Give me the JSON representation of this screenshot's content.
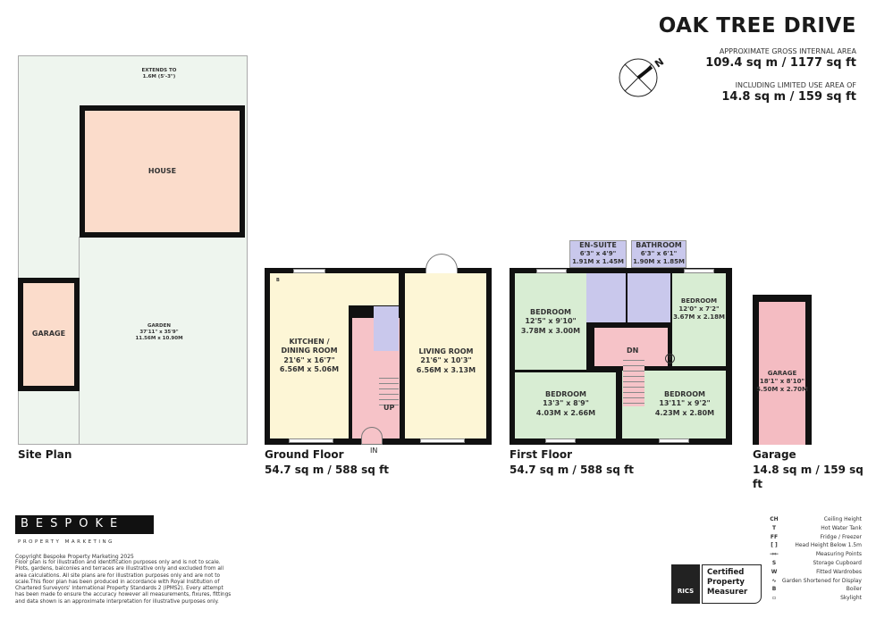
{
  "header": {
    "title": "OAK TREE DRIVE",
    "gia_label": "APPROXIMATE GROSS INTERNAL AREA",
    "gia_value": "109.4 sq m / 1177 sq ft",
    "limited_label": "INCLUDING LIMITED USE AREA OF",
    "limited_value": "14.8 sq m / 159 sq ft",
    "compass": "N"
  },
  "site_plan": {
    "title": "Site Plan",
    "extends": [
      "EXTENDS TO",
      "1.6M (5'-3\")"
    ],
    "house": "HOUSE",
    "garage": "GARAGE",
    "garden": [
      "GARDEN",
      "37'11\" x 35'9\"",
      "11.56M x 10.90M"
    ]
  },
  "ground_floor": {
    "title": "Ground Floor",
    "area": "54.7 sq m / 588 sq ft",
    "kitchen": [
      "KITCHEN /",
      "DINING ROOM",
      "21'6\" x 16'7\"",
      "6.56M x 5.06M"
    ],
    "living": [
      "LIVING ROOM",
      "21'6\" x 10'3\"",
      "6.56M x 3.13M"
    ],
    "up": "UP",
    "in": "IN",
    "boiler": "B"
  },
  "first_floor": {
    "title": "First Floor",
    "area": "54.7 sq m / 588 sq ft",
    "ensuite": [
      "EN-SUITE",
      "6'3\" x 4'9\"",
      "1.91M x 1.45M"
    ],
    "bathroom": [
      "BATHROOM",
      "6'3\" x 6'1\"",
      "1.90M x 1.85M"
    ],
    "bedroom1": [
      "BEDROOM",
      "12'5\" x 9'10\"",
      "3.78M x 3.00M"
    ],
    "bedroom2": [
      "BEDROOM",
      "12'0\" x 7'2\"",
      "3.67M x 2.18M"
    ],
    "bedroom3": [
      "BEDROOM",
      "13'3\" x 8'9\"",
      "4.03M x 2.66M"
    ],
    "bedroom4": [
      "BEDROOM",
      "13'11\" x 9'2\"",
      "4.23M x 2.80M"
    ],
    "dn": "DN",
    "tank": "T"
  },
  "garage": {
    "title": "Garage",
    "area": "14.8 sq m / 159 sq ft",
    "room": [
      "GARAGE",
      "18'1\" x 8'10\"",
      "5.50M x 2.70M"
    ]
  },
  "brand": {
    "name": "BESPOKE",
    "sub": "PROPERTY MARKETING",
    "copyright": "Copyright Bespoke Property Marketing 2025",
    "disclaimer": [
      "Floor plan is for illustration and identification purposes only and is not to scale.",
      "Plots, gardens, balconies and terraces are illustrative only and excluded from all",
      "area calculations.  All site plans are for illustration purposes only and are not to",
      "scale.This floor plan has been produced in accordance with Royal Institution of",
      "Chartered Surveyors' International Property Standards 2 (IPMS2). Every attempt",
      "has been made to ensure the accuracy however all measurements, fixures, fittings",
      "and data shown is an approximate interpretation for illustrative purposes only."
    ]
  },
  "rics": {
    "logo": "RICS",
    "badge": [
      "Certified",
      "Property",
      "Measurer"
    ]
  },
  "legend": [
    {
      "icon": "CH",
      "label": "Ceiling Height"
    },
    {
      "icon": "T",
      "label": "Hot Water Tank"
    },
    {
      "icon": "FF",
      "label": "Fridge / Freezer"
    },
    {
      "icon": "[ ]",
      "label": "Head Height Below 1.5m"
    },
    {
      "icon": "→←",
      "label": "Measuring Points"
    },
    {
      "icon": "S",
      "label": "Storage Cupboard"
    },
    {
      "icon": "W",
      "label": "Fitted Wardrobes"
    },
    {
      "icon": "∿",
      "label": "Garden Shortened for Display"
    },
    {
      "icon": "B",
      "label": "Boiler"
    },
    {
      "icon": "▫",
      "label": "Skylight"
    }
  ],
  "colors": {
    "garden": "#eef5ee",
    "house": "#fbdccb",
    "kitchen": "#fdf6d6",
    "hall": "#f6c3c8",
    "bath": "#c9c8ec",
    "bedroom": "#d8edd3",
    "garage": "#f4bcc2"
  }
}
